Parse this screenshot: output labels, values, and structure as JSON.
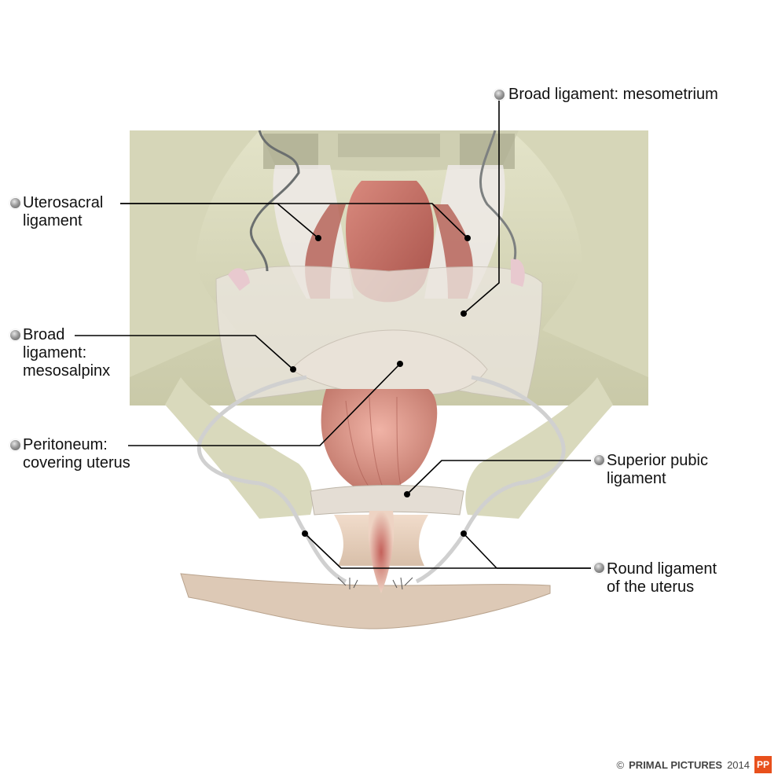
{
  "labels": {
    "uterosacral": [
      "Uterosacral",
      "ligament"
    ],
    "broad_mesometrium": [
      "Broad ligament: mesometrium"
    ],
    "broad_mesosalpinx": [
      "Broad",
      "ligament:",
      "mesosalpinx"
    ],
    "peritoneum": [
      "Peritoneum:",
      "covering uterus"
    ],
    "superior_pubic": [
      "Superior pubic",
      "ligament"
    ],
    "round_ligament": [
      "Round ligament",
      "of the uterus"
    ]
  },
  "footer": {
    "copyright": "©",
    "brand": "PRIMAL PICTURES",
    "year": "2014",
    "logo": "PP"
  },
  "colors": {
    "bone": "#dcdcc0",
    "ligament": "#e8e2dc",
    "muscle": "#c9746a",
    "accent": "#e8501c"
  }
}
